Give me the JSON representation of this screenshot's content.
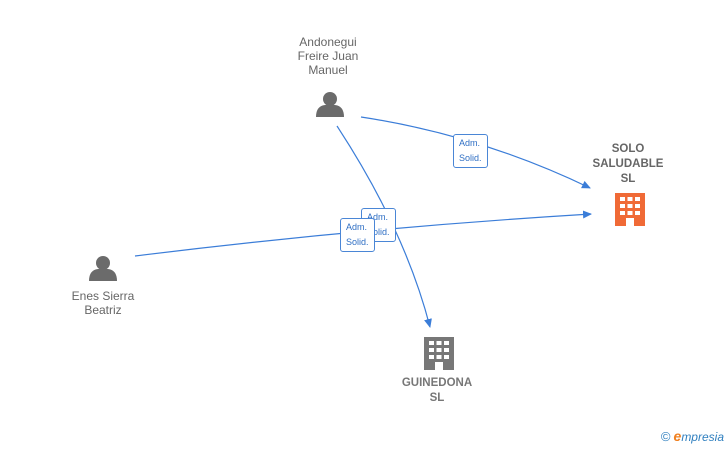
{
  "nodes": {
    "andonegui": {
      "label_lines": [
        "Andonegui",
        "Freire Juan",
        "Manuel"
      ],
      "icon": "person-icon"
    },
    "enes": {
      "label_lines": [
        "Enes Sierra",
        "Beatriz"
      ],
      "icon": "person-icon"
    },
    "solo": {
      "label_lines": [
        "SOLO",
        "SALUDABLE",
        "SL"
      ],
      "icon": "building-icon",
      "color": "#f06a36"
    },
    "guinedona": {
      "label_lines": [
        "GUINEDONA",
        "SL"
      ],
      "icon": "building-icon",
      "color": "#777777"
    }
  },
  "edges": [
    {
      "from": "andonegui",
      "to": "solo",
      "label_lines": [
        "Adm.",
        "Solid."
      ]
    },
    {
      "from": "andonegui",
      "to": "guinedona",
      "label_lines": [
        "Adm.",
        "Solid."
      ]
    },
    {
      "from": "enes",
      "to": "solo",
      "label_lines": [
        "Adm.",
        "Solid."
      ]
    }
  ],
  "colors": {
    "edge": "#3b7dd8",
    "person": "#6b6b6b"
  },
  "brand": {
    "copyright": "©",
    "e": "e",
    "rest": "mpresia"
  }
}
